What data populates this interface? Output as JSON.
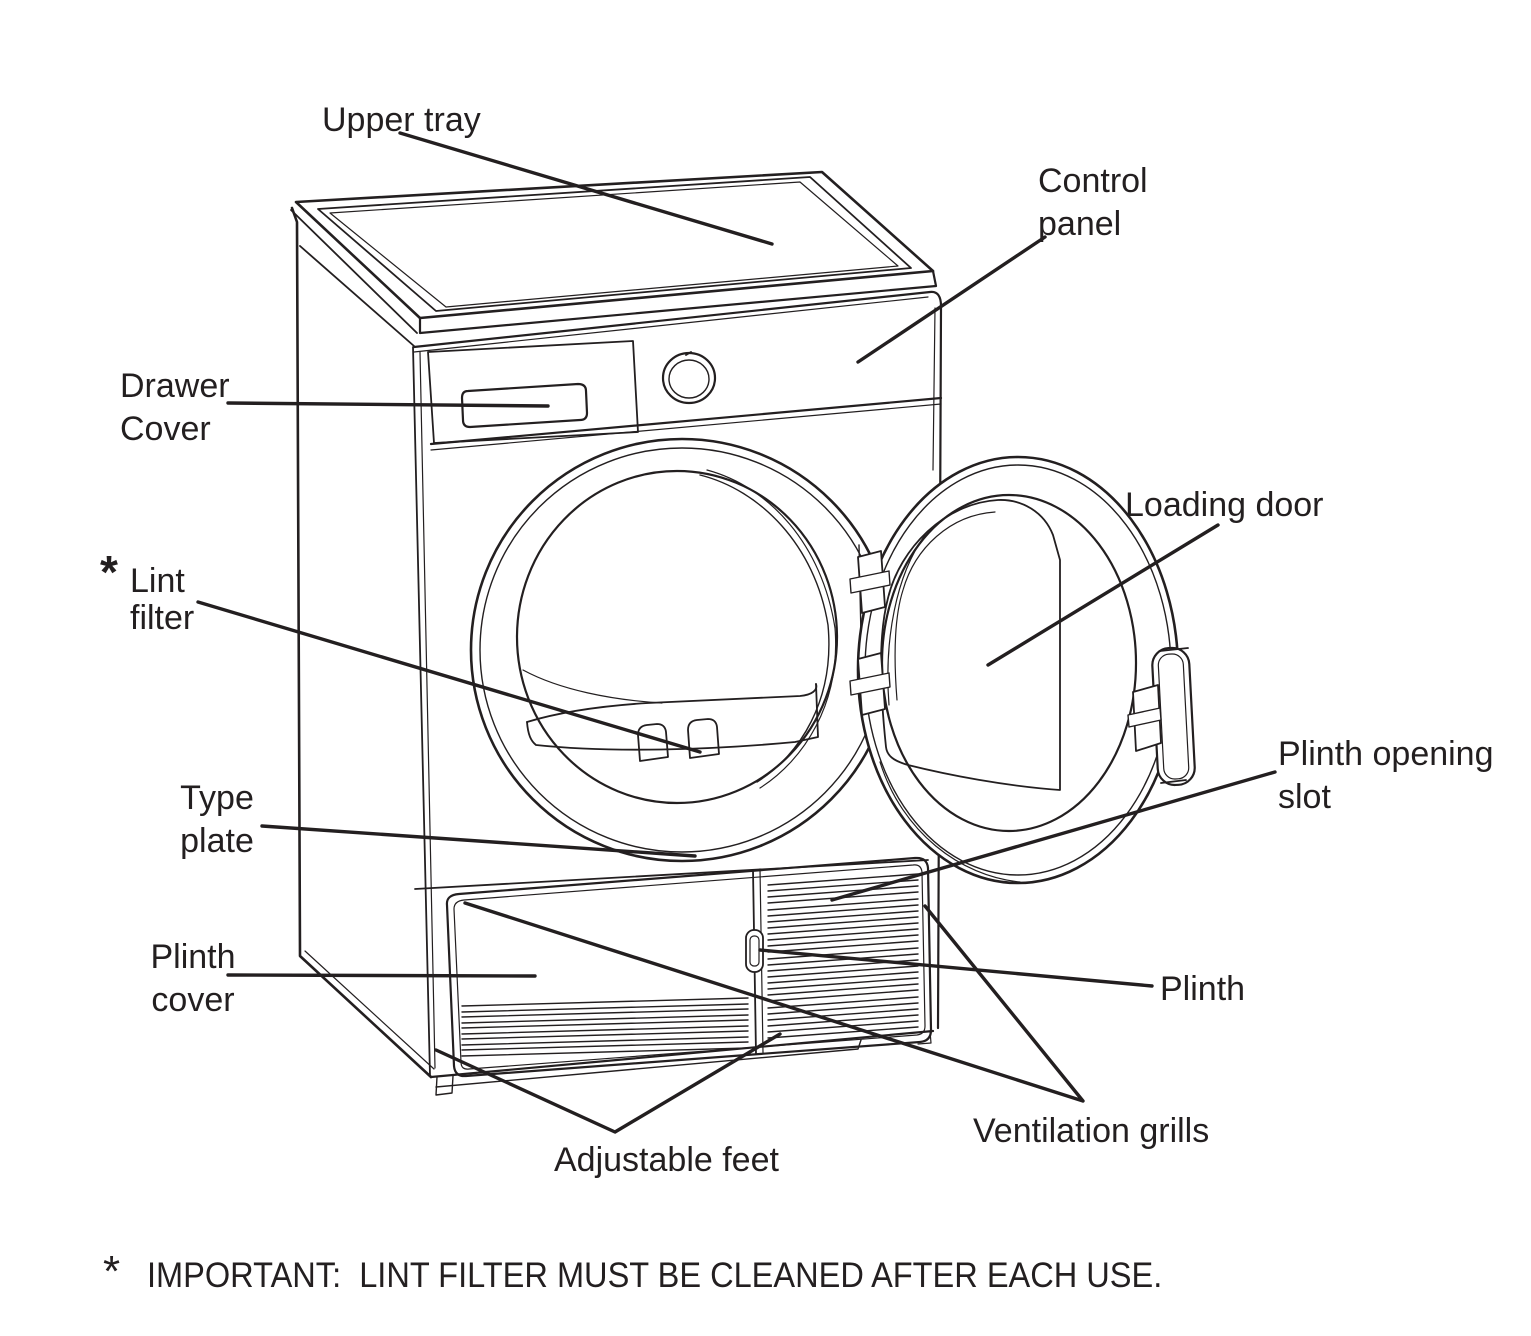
{
  "diagram": {
    "labels": {
      "upper_tray": "Upper tray",
      "control_panel": [
        "Control",
        "panel"
      ],
      "drawer_cover": [
        "Drawer",
        "Cover"
      ],
      "lint_filter": {
        "marker": "*",
        "lines": [
          "Lint",
          "filter"
        ]
      },
      "loading_door": "Loading door",
      "type_plate": [
        "Type",
        "plate"
      ],
      "plinth_opening_slot": [
        "Plinth opening",
        "slot"
      ],
      "plinth_cover": [
        "Plinth",
        "cover"
      ],
      "plinth": "Plinth",
      "adjustable_feet": "Adjustable feet",
      "ventilation_grills": "Ventilation grills"
    },
    "footnote": {
      "marker": "*",
      "text": "IMPORTANT:  LINT FILTER MUST BE CLEANED AFTER EACH USE."
    },
    "colors": {
      "line": "#231f20",
      "background": "#ffffff"
    }
  }
}
